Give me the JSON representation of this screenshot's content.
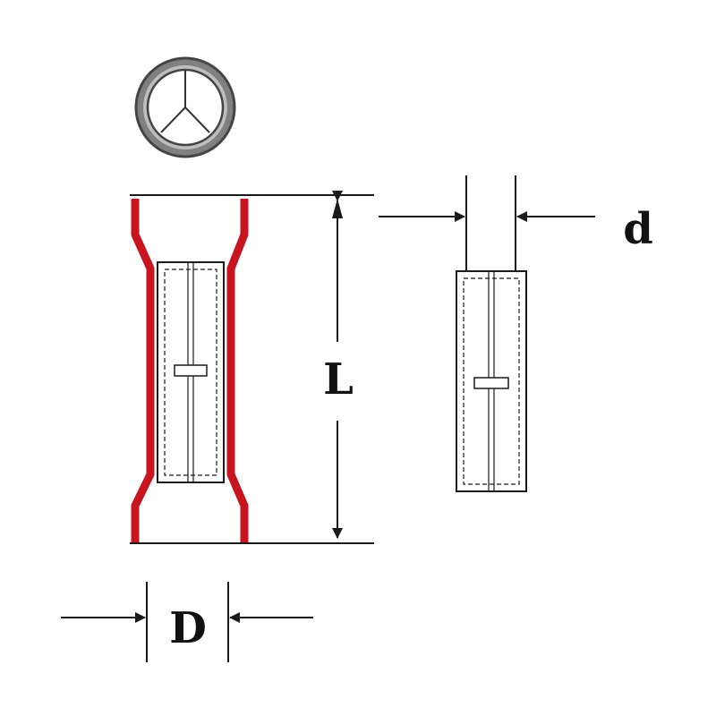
{
  "diagram": {
    "labels": {
      "length": "L",
      "outer_diameter": "D",
      "inner_diameter": "d"
    },
    "colors": {
      "insulation": "#c8141e",
      "line": "#1a1a1a",
      "ring_gray": "#7a7a7a",
      "ring_light": "#d0d0d0",
      "background": "#ffffff"
    },
    "components": {
      "end_view": "end-view-circle",
      "insulated_connector": "insulated-butt-connector",
      "bare_barrel": "metal-barrel"
    }
  }
}
